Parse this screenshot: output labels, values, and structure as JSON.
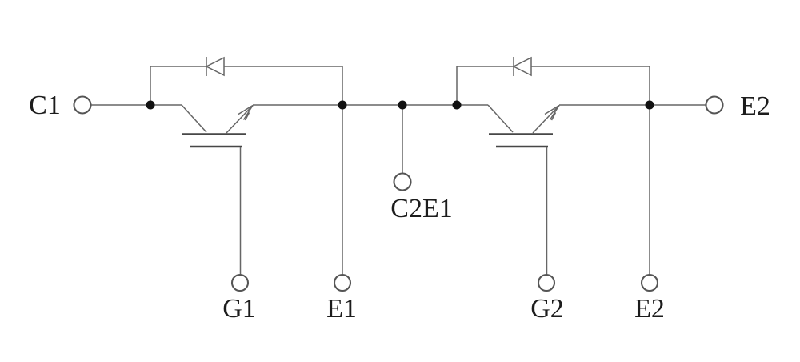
{
  "labels": {
    "c1": "C1",
    "e2_top": "E2",
    "c2e1": "C2E1",
    "g1": "G1",
    "e1": "E1",
    "g2": "G2",
    "e2_bottom": "E2"
  },
  "colors": {
    "background": "#ffffff",
    "wire": "#666666",
    "bar": "#474747",
    "junction": "#111111",
    "terminal": "#555555",
    "text": "#1c1c1c"
  }
}
